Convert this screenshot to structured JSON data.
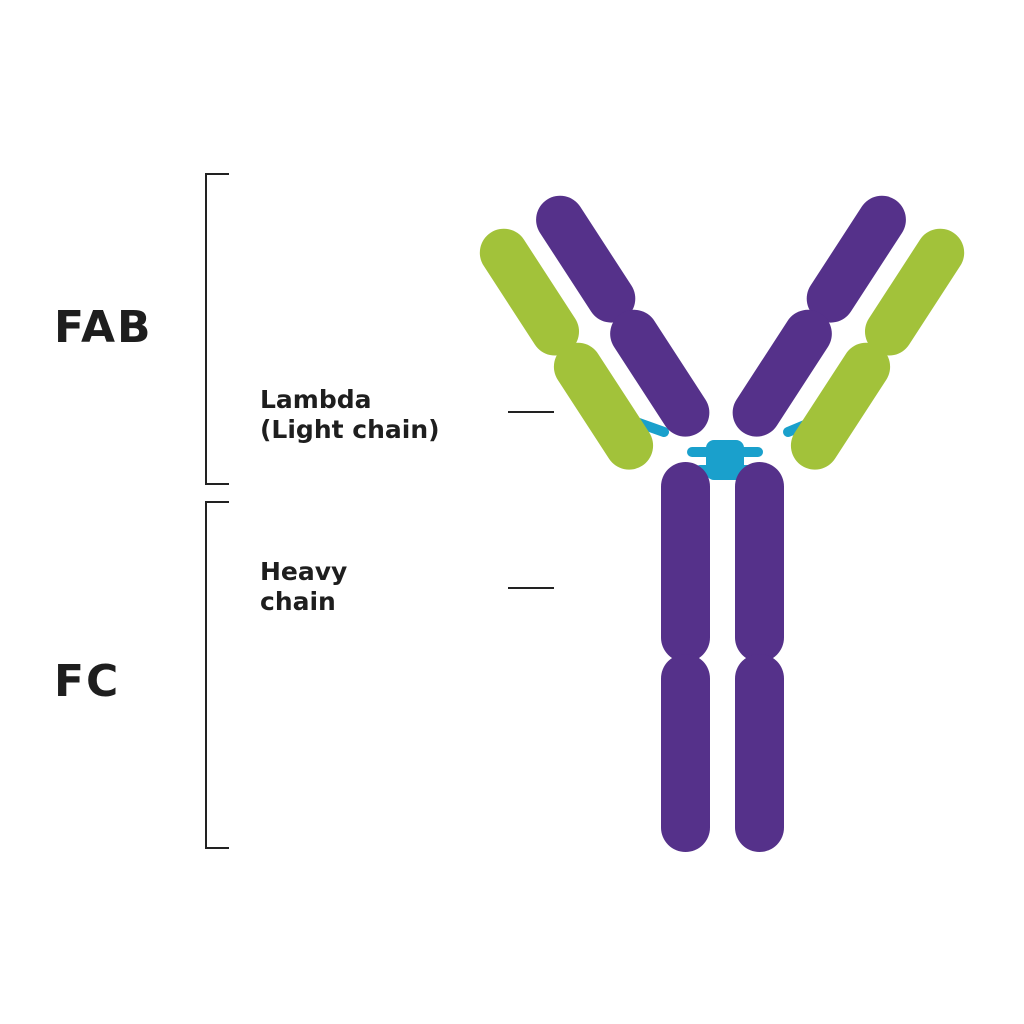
{
  "labels": {
    "fab": "FAB",
    "fc": "FC",
    "light_chain": [
      "Lambda",
      "(Light chain)"
    ],
    "heavy_chain": [
      "Heavy",
      "chain"
    ]
  },
  "colors": {
    "heavy_chain": "#55318a",
    "light_chain": "#a2c23a",
    "disulfide_bond": "#1aa0cc",
    "bracket": "#222222",
    "text": "#1e1e1e"
  }
}
